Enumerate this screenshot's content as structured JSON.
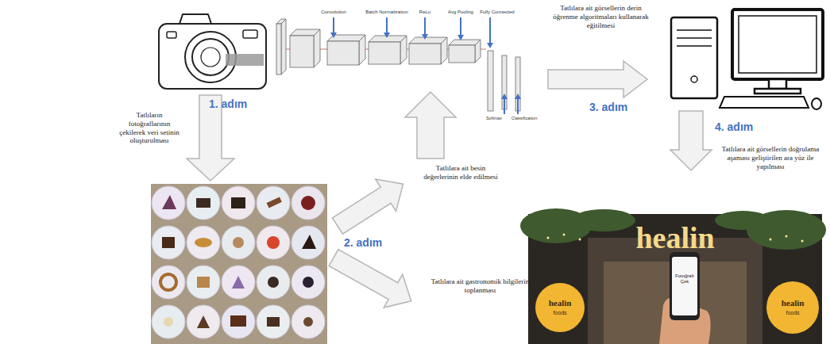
{
  "diagram": {
    "labels": [
      "Tatlılara ait görsellerin derin öğrenme algoritmaları kullanarak eğitilmesi",
      "Convolution",
      "Batch Normalization",
      "ReLu",
      "Avg Pooling",
      "Fully Connected",
      "Softmax",
      "Classification",
      "1. adım",
      "Tatlıların fotoğraflarının çekilerek veri setinin oluşturulması",
      "3. adım",
      "4. adım",
      "Tatlılara ait görsellerin doğrulama aşaması geliştirilen ara yüz ile yapılması",
      "Tatlılara ait besin değerlerinin elde edilmesi",
      "2. adım",
      "Tatlılara ait gastronomik bilgilerin toplanması",
      "healin",
      "healin",
      "foods",
      "healin",
      "foods",
      "Fotoğrafı Çek"
    ]
  }
}
